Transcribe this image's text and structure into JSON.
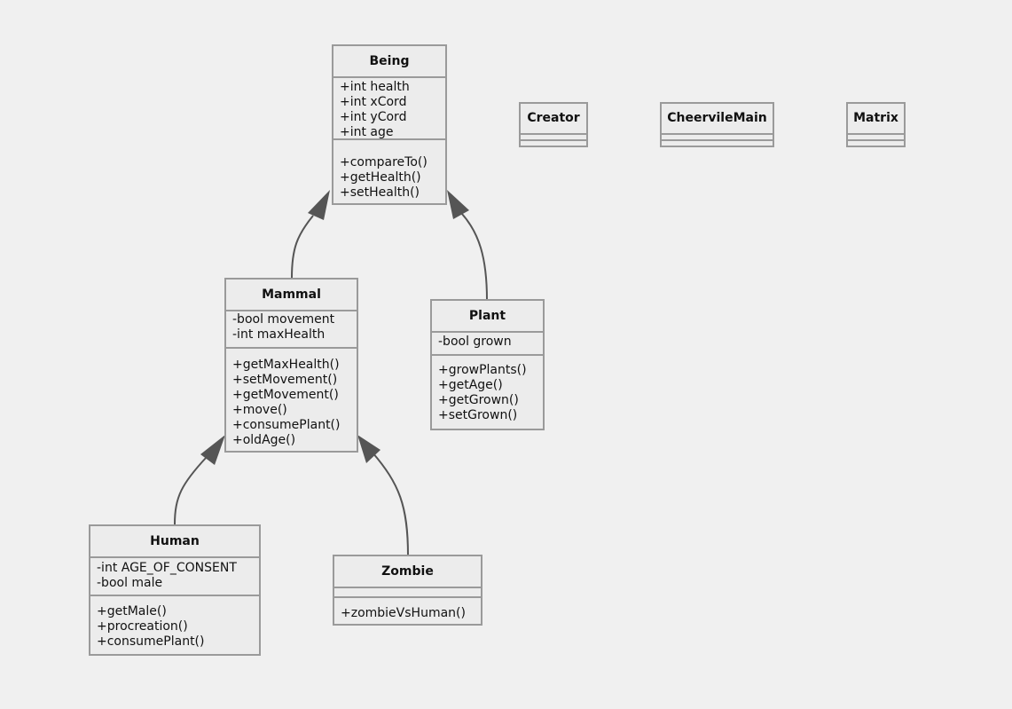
{
  "diagram": {
    "classes": {
      "being": {
        "name": "Being",
        "attributes": [
          "+int health",
          "+int xCord",
          "+int yCord",
          "+int age"
        ],
        "methods": [
          "+compareTo()",
          "+getHealth()",
          "+setHealth()"
        ]
      },
      "creator": {
        "name": "Creator",
        "attributes": [],
        "methods": []
      },
      "cheervile": {
        "name": "CheervileMain",
        "attributes": [],
        "methods": []
      },
      "matrix": {
        "name": "Matrix",
        "attributes": [],
        "methods": []
      },
      "mammal": {
        "name": "Mammal",
        "attributes": [
          "-bool movement",
          "-int maxHealth"
        ],
        "methods": [
          "+getMaxHealth()",
          "+setMovement()",
          "+getMovement()",
          "+move()",
          "+consumePlant()",
          "+oldAge()"
        ]
      },
      "plant": {
        "name": "Plant",
        "attributes": [
          "-bool grown"
        ],
        "methods": [
          "+growPlants()",
          "+getAge()",
          "+getGrown()",
          "+setGrown()"
        ]
      },
      "human": {
        "name": "Human",
        "attributes": [
          "-int AGE_OF_CONSENT",
          "-bool male"
        ],
        "methods": [
          "+getMale()",
          "+procreation()",
          "+consumePlant()"
        ]
      },
      "zombie": {
        "name": "Zombie",
        "attributes": [],
        "methods": [
          "+zombieVsHuman()"
        ]
      }
    },
    "inheritance": [
      {
        "from": "mammal",
        "to": "being"
      },
      {
        "from": "plant",
        "to": "being"
      },
      {
        "from": "human",
        "to": "mammal"
      },
      {
        "from": "zombie",
        "to": "mammal"
      }
    ],
    "colors": {
      "background": "#f0f0f0",
      "box_fill": "#ececec",
      "box_border": "#9a9a9a",
      "arrow": "#555555"
    }
  }
}
